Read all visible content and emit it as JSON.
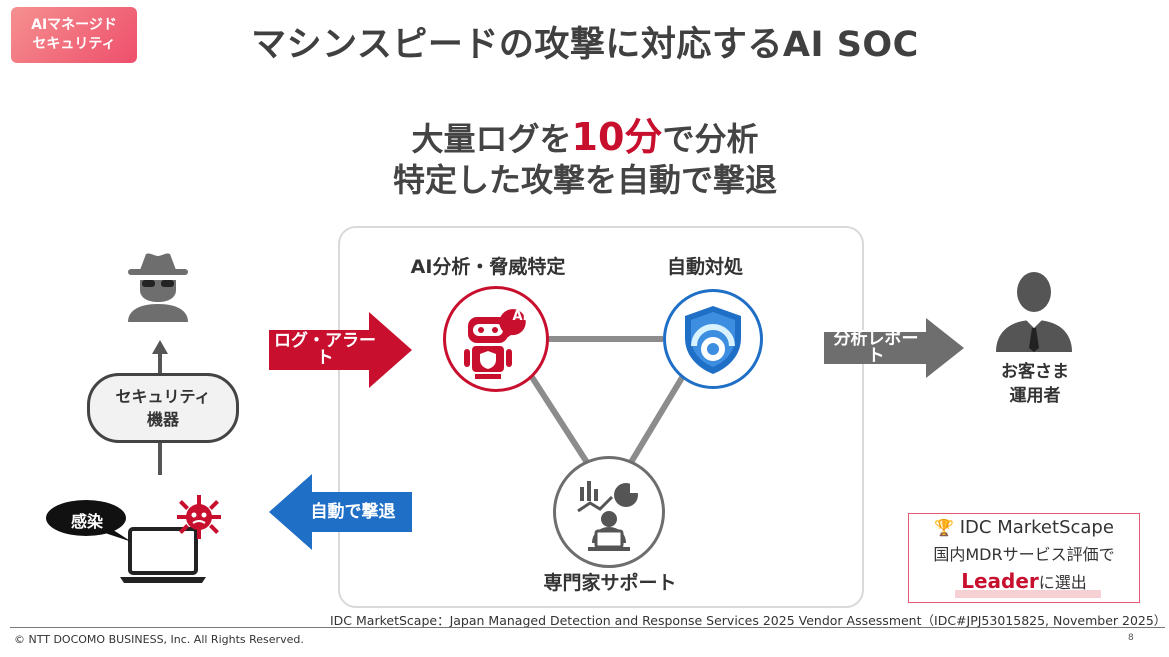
{
  "badge": {
    "line1": "AIマネージド",
    "line2": "セキュリティ"
  },
  "title": "マシンスピードの攻撃に対応するAI SOC",
  "headline": {
    "line1_pre": "大量ログを",
    "line1_highlight": "10分",
    "line1_post": "で分析",
    "line2": "特定した攻撃を自動で撃退"
  },
  "diagram": {
    "node_ai_label": "AI分析・脅威特定",
    "node_ai_badge": "AI",
    "node_auto_label": "自動対処",
    "node_expert_label": "専門家サポート",
    "arrow_log": "ログ・アラート",
    "arrow_repel": "自動で撃退",
    "arrow_report": "分析レポート",
    "device_line1": "セキュリティ",
    "device_line2": "機器",
    "infection_label": "感染",
    "customer_line1": "お客さま",
    "customer_line2": "運用者"
  },
  "award": {
    "line1": "IDC MarketScape",
    "line2": "国内MDRサービス評価で",
    "leader": "Leader",
    "leader_suffix": "に選出"
  },
  "source": "IDC MarketScape：Japan Managed Detection and Response Services 2025 Vendor Assessment（IDC#JPJ53015825, November 2025）",
  "footer": {
    "copyright": "© NTT DOCOMO BUSINESS, Inc. All Rights Reserved.",
    "page": "8"
  },
  "colors": {
    "brand_red": "#c8102e",
    "brand_blue": "#1f6fc7",
    "gray": "#6e6e6e"
  }
}
